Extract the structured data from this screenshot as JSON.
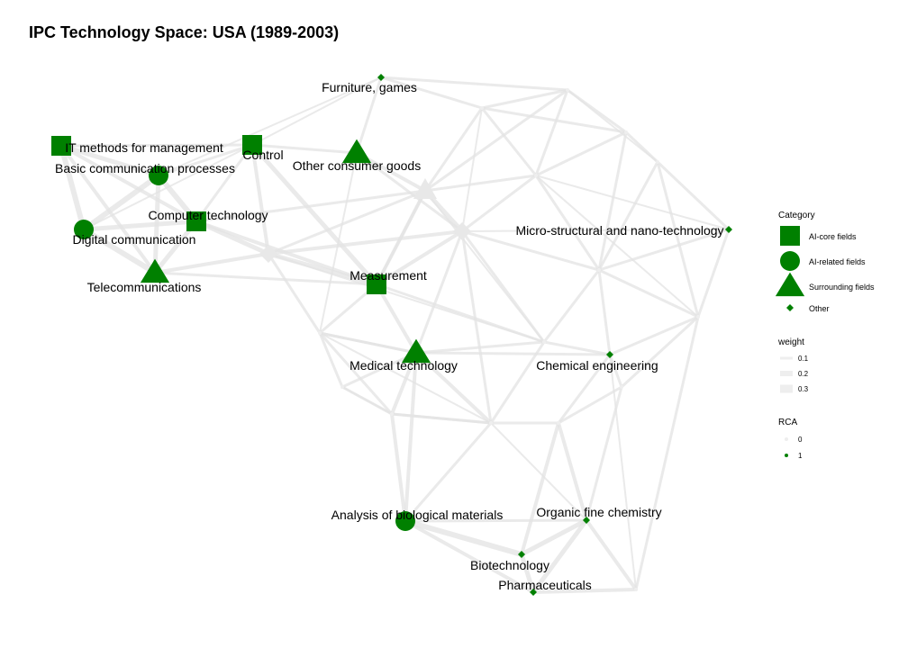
{
  "title": "IPC Technology Space: USA (1989-2003)",
  "colors": {
    "highlight": "#008000",
    "edge": "#e3e3e3",
    "background": "#ffffff"
  },
  "legend": {
    "category_title": "Category",
    "category_items": [
      {
        "shape": "square",
        "label": "AI-core fields"
      },
      {
        "shape": "circle",
        "label": "AI-related fields"
      },
      {
        "shape": "triangle",
        "label": "Surrounding fields"
      },
      {
        "shape": "diamond",
        "label": "Other"
      }
    ],
    "weight_title": "weight",
    "weight_items": [
      "0.1",
      "0.2",
      "0.3"
    ],
    "rca_title": "RCA",
    "rca_items": [
      "0",
      "1"
    ]
  },
  "nodes": [
    {
      "id": "it",
      "label": "IT methods for management",
      "category": "AI-core fields",
      "rca": 1
    },
    {
      "id": "control",
      "label": "Control",
      "category": "AI-core fields",
      "rca": 1
    },
    {
      "id": "comptech",
      "label": "Computer technology",
      "category": "AI-core fields",
      "rca": 1
    },
    {
      "id": "measure",
      "label": "Measurement",
      "category": "AI-core fields",
      "rca": 1
    },
    {
      "id": "basic",
      "label": "Basic communication processes",
      "category": "AI-related fields",
      "rca": 1
    },
    {
      "id": "digital",
      "label": "Digital communication",
      "category": "AI-related fields",
      "rca": 1
    },
    {
      "id": "analysis",
      "label": "Analysis of biological materials",
      "category": "AI-related fields",
      "rca": 1
    },
    {
      "id": "other_cons",
      "label": "Other consumer goods",
      "category": "Surrounding fields",
      "rca": 1
    },
    {
      "id": "telecom",
      "label": "Telecommunications",
      "category": "Surrounding fields",
      "rca": 1
    },
    {
      "id": "medtech",
      "label": "Medical technology",
      "category": "Surrounding fields",
      "rca": 1
    },
    {
      "id": "furniture",
      "label": "Furniture, games",
      "category": "Other",
      "rca": 1
    },
    {
      "id": "micro",
      "label": "Micro-structural and nano-technology",
      "category": "Other",
      "rca": 1
    },
    {
      "id": "chemeng",
      "label": "Chemical engineering",
      "category": "Other",
      "rca": 1
    },
    {
      "id": "organic",
      "label": "Organic fine chemistry",
      "category": "Other",
      "rca": 1
    },
    {
      "id": "biotech",
      "label": "Biotechnology",
      "category": "Other",
      "rca": 1
    },
    {
      "id": "pharma",
      "label": "Pharmaceuticals",
      "category": "Other",
      "rca": 1
    }
  ]
}
